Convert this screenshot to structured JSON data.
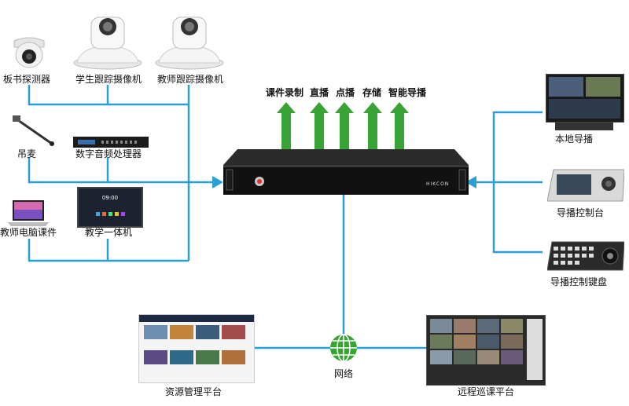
{
  "top_outputs": [
    {
      "label": "课件录制"
    },
    {
      "label": "直播"
    },
    {
      "label": "点播"
    },
    {
      "label": "存储"
    },
    {
      "label": "智能导播"
    }
  ],
  "left_devices": {
    "board_detector": "板书探测器",
    "student_camera": "学生跟踪摄像机",
    "teacher_camera": "教师跟踪摄像机",
    "microphone": "吊麦",
    "audio_processor": "数字音频处理器",
    "teacher_pc": "教师电脑课件",
    "teaching_machine": "教学一体机",
    "teaching_machine_clock": "09:00"
  },
  "right_devices": {
    "local_director": "本地导播",
    "director_console": "导播控制台",
    "director_keyboard": "导播控制键盘"
  },
  "bottom": {
    "resource_platform": "资源管理平台",
    "network": "网络",
    "remote_platform": "远程巡课平台"
  },
  "host": {
    "brand": "HIKCON"
  },
  "colors": {
    "wire": "#2a9fd6",
    "arrow_green": "#3aa335"
  }
}
